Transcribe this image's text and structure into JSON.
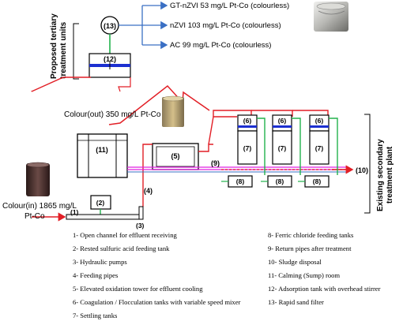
{
  "colors": {
    "pipe_red": "#e21f26",
    "pipe_blue": "#3a6fc4",
    "pipe_green": "#22b24c",
    "pipe_magenta": "#e020e0",
    "stirrer_blue": "#1c2fd0"
  },
  "tertiary": {
    "group_label_line1": "Proposed tertiary",
    "group_label_line2": "treatment units",
    "filter_label": "(13)",
    "adsorption_label": "(12)",
    "outputs": [
      "GT-nZVI 53 mg/L Pt-Co (colourless)",
      "nZVI 103 mg/L Pt-Co (colourless)",
      "AC 99 mg/L Pt-Co (colourless)"
    ]
  },
  "colour_out": "Colour(out) 350 mg/L Pt-Co",
  "colour_in_line1": "Colour(in) 1865 mg/L",
  "colour_in_line2": "Pt-Co",
  "secondary": {
    "group_label_line1": "Existing secondary",
    "group_label_line2": "treatment plant"
  },
  "units": {
    "u1": "(1)",
    "u2": "(2)",
    "u3": "(3)",
    "u4": "(4)",
    "u5": "(5)",
    "u6": "(6)",
    "u7": "(7)",
    "u8": "(8)",
    "u9": "(9)",
    "u10": "(10)",
    "u11": "(11)"
  },
  "legend": {
    "left": [
      "1-   Open channel for effluent receiving",
      "2-   Rested sulfuric acid feeding tank",
      "3-   Hydraulic pumps",
      "4-   Feeding pipes",
      "5-   Elevated oxidation tower for effluent cooling",
      "6-   Coagulation / Flocculation tanks with variable speed mixer",
      "7-   Settling tanks"
    ],
    "right": [
      "8-   Ferric chloride feeding tanks",
      "9-   Return pipes after treatment",
      "10-  Sludge disposal",
      "11-  Calming (Sump) room",
      "12-  Adsorption tank with overhead stirrer",
      "13-  Rapid sand filter"
    ]
  }
}
